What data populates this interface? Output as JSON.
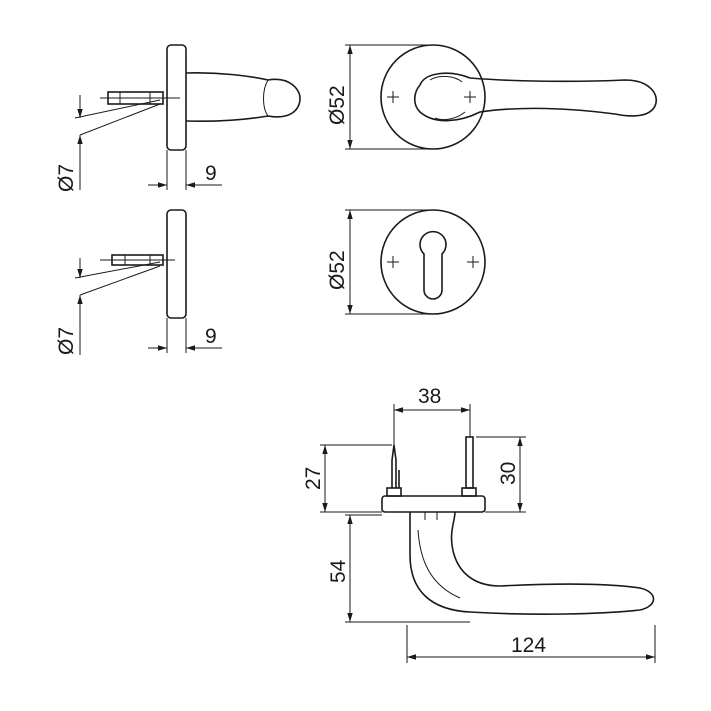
{
  "dimensions": {
    "top_side_spindle_diameter": "Ø7",
    "top_side_rose_thickness": "9",
    "top_front_rose_diameter": "Ø52",
    "mid_front_rose_diameter": "Ø52",
    "mid_side_spindle_diameter": "Ø7",
    "mid_side_rose_thickness": "9",
    "pin_spacing": "38",
    "pin_height_left": "27",
    "pin_height_right": "30",
    "handle_projection": "54",
    "handle_length": "124"
  }
}
